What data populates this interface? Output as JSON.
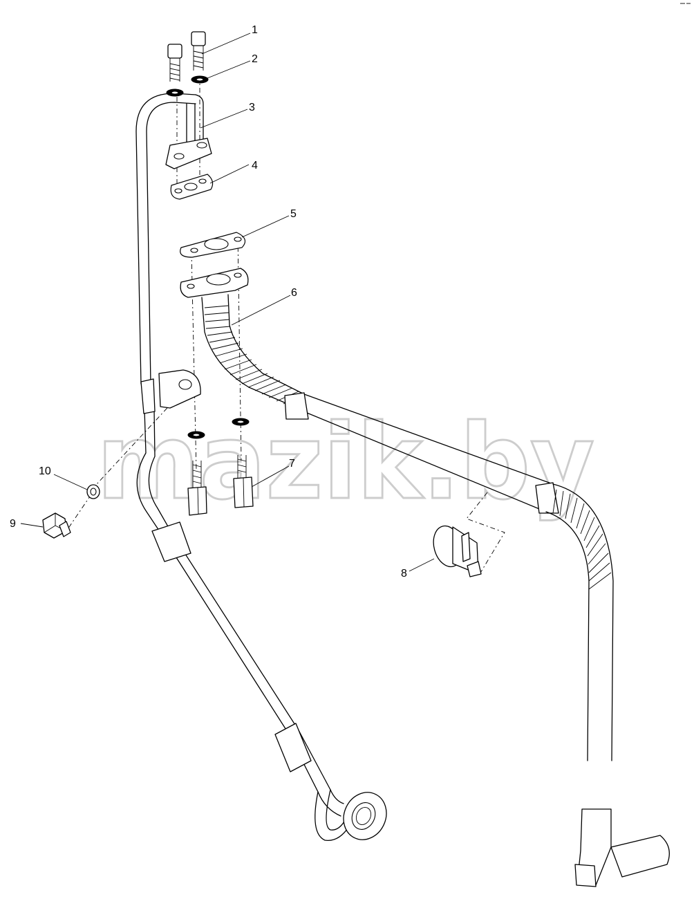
{
  "diagram": {
    "watermark": "mazik.by",
    "callouts": [
      {
        "id": "1",
        "label": "1"
      },
      {
        "id": "2",
        "label": "2"
      },
      {
        "id": "3",
        "label": "3"
      },
      {
        "id": "4",
        "label": "4"
      },
      {
        "id": "5",
        "label": "5"
      },
      {
        "id": "6",
        "label": "6"
      },
      {
        "id": "7",
        "label": "7"
      },
      {
        "id": "8",
        "label": "8"
      },
      {
        "id": "9",
        "label": "9"
      },
      {
        "id": "10",
        "label": "10"
      }
    ]
  }
}
